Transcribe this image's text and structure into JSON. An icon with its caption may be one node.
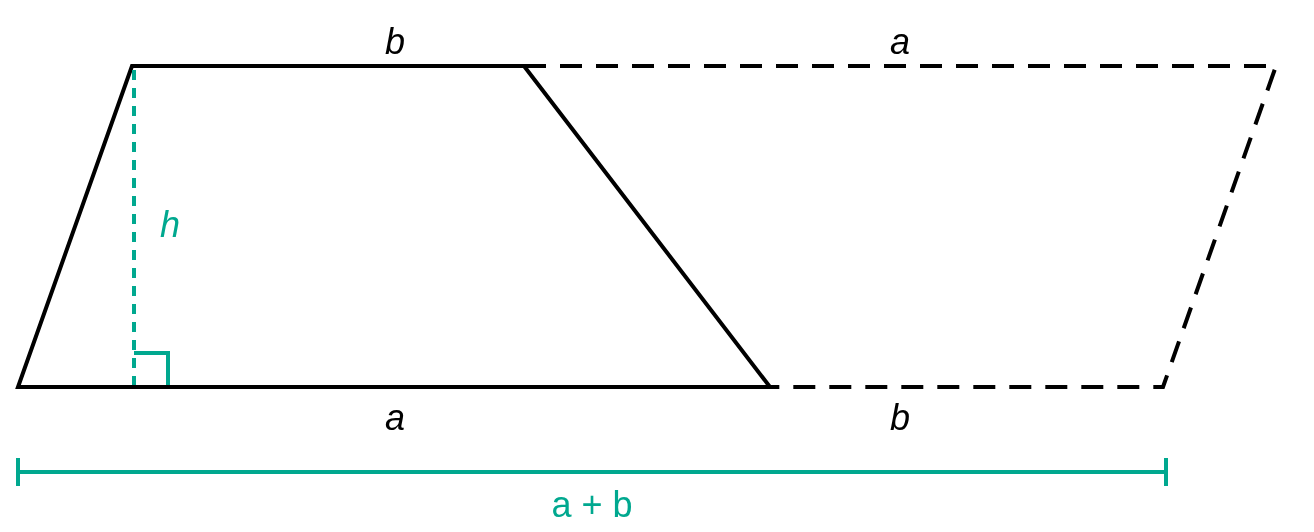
{
  "diagram": {
    "labels": [
      "b",
      "a",
      "h",
      "a",
      "b",
      "a + b"
    ]
  }
}
